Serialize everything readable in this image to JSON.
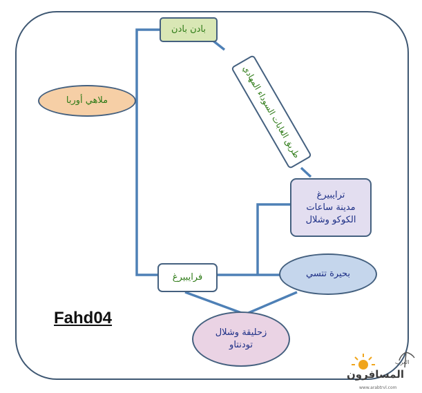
{
  "nodes": {
    "baden": "بادن بادن",
    "black_forest_road": "طريق الغابات السوداء المهادي",
    "europe_park": "ملاهي أوربا",
    "triberg": [
      "ترايبيرغ",
      "مدينة ساعات",
      "الكوكو وشلال"
    ],
    "freiburg": "فرايبيرغ",
    "titisee": "بحيرة تتسي",
    "todtnau": [
      "زحليقة وشلال",
      "تودنتاو"
    ]
  },
  "signature": "Fahd04",
  "watermark": {
    "brand": "المسافرون",
    "small": "العرب",
    "url": "www.arabtrvl.com"
  },
  "colors": {
    "border": "#44607f",
    "connector": "#4e80b6",
    "baden_fill": "#d9e7b5",
    "europe_park_fill": "#f6cfa6",
    "triberg_fill": "#e3def0",
    "titisee_fill": "#c5d6ec",
    "todtnau_fill": "#ead3e4",
    "green_text": "#2d7a16",
    "navy_text": "#1d2f86"
  }
}
